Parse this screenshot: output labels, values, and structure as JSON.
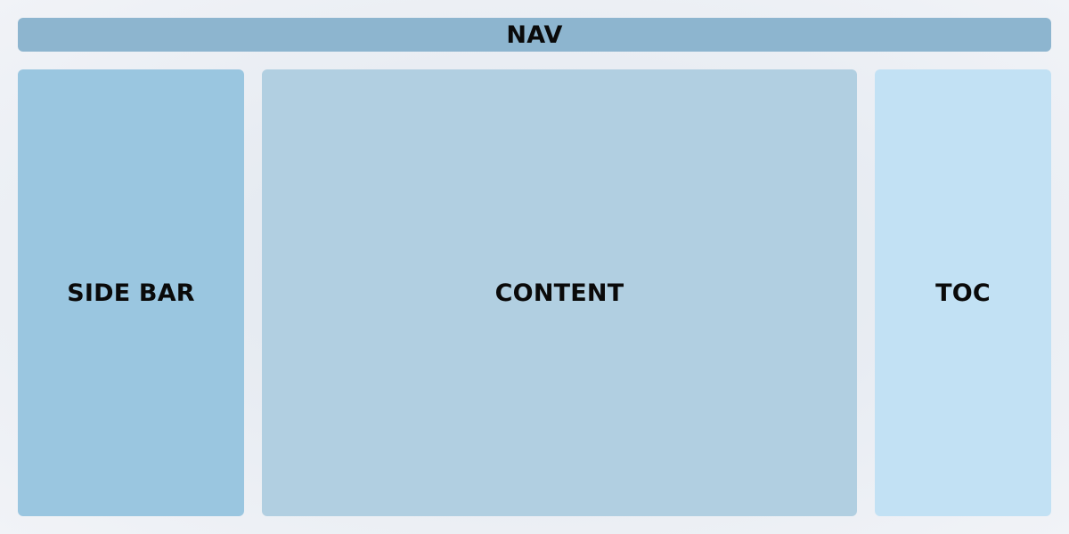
{
  "regions": {
    "nav": {
      "label": "NAV",
      "color": "#8db5cf"
    },
    "sidebar": {
      "label": "SIDE BAR",
      "color": "#9ac6e0"
    },
    "content": {
      "label": "CONTENT",
      "color": "#b1cfe1"
    },
    "toc": {
      "label": "TOC",
      "color": "#c2e1f4"
    }
  }
}
